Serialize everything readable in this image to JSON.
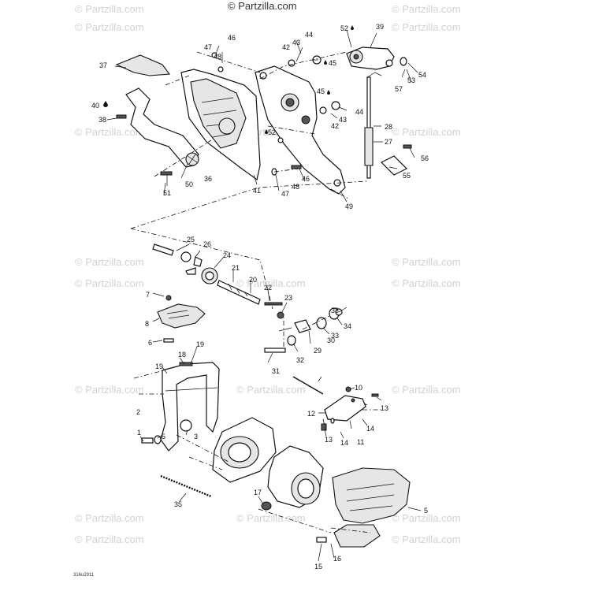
{
  "copyright": "© Partzilla.com",
  "watermark": "© Partzilla.com",
  "diagram_ref": "316u2911",
  "labels": {
    "l1": "1",
    "l2": "2",
    "l3": "3",
    "l5": "5",
    "l6": "6",
    "l7": "7",
    "l8": "8",
    "l10": "10",
    "l11": "11",
    "l12": "12",
    "l13a": "13",
    "l13b": "13",
    "l14a": "14",
    "l14b": "14",
    "l15": "15",
    "l16": "16",
    "l17": "17",
    "l18": "18",
    "l19a": "19",
    "l19b": "19",
    "l20": "20",
    "l21": "21",
    "l22": "22",
    "l23": "23",
    "l24": "24",
    "l25": "25",
    "l26": "26",
    "l27": "27",
    "l28": "28",
    "l29": "29",
    "l30": "30",
    "l31": "31",
    "l32": "32",
    "l33": "33",
    "l34": "34",
    "l35": "35",
    "l36": "36",
    "l37": "37",
    "l38": "38",
    "l39": "39",
    "l40": "40",
    "l41": "41",
    "l42a": "42",
    "l42b": "42",
    "l43a": "43",
    "l43b": "43",
    "l44a": "44",
    "l44b": "44",
    "l45a": "45",
    "l45b": "45",
    "l46a": "46",
    "l46b": "46",
    "l47a": "47",
    "l47b": "47",
    "l48a": "48",
    "l48b": "48",
    "l49": "49",
    "l50": "50",
    "l51": "51",
    "l52a": "52",
    "l52b": "52",
    "l53": "53",
    "l54": "54",
    "l55": "55",
    "l56": "56",
    "l57": "57"
  }
}
